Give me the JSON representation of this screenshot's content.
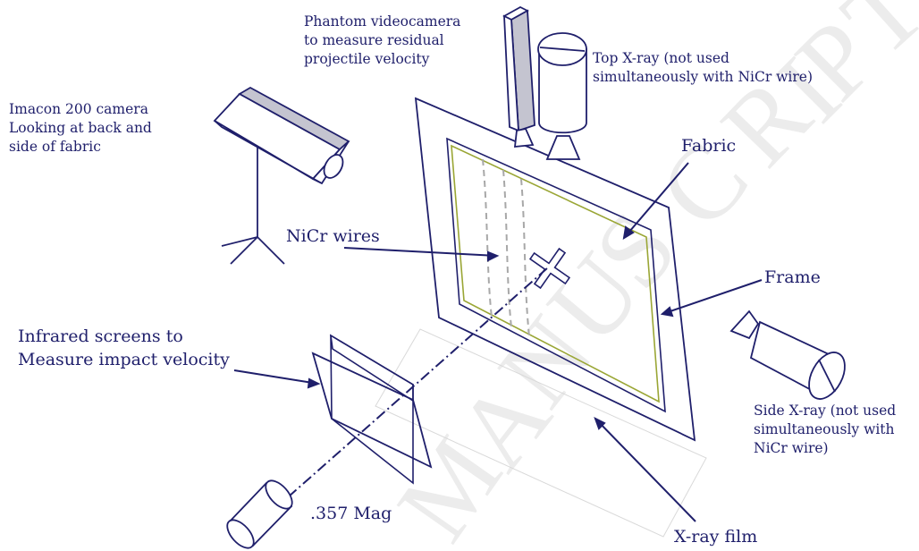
{
  "colors": {
    "line": "#1f1f6b",
    "fabric": "#9aa635",
    "wire": "#a8a8a8",
    "camera_top": "#c4c4d0",
    "watermark": "#ececec"
  },
  "watermark": {
    "letters": [
      "M",
      "A",
      "N",
      "U",
      "S",
      "C",
      "R",
      "I",
      "P",
      "T"
    ]
  },
  "labels": {
    "phantom": "Phantom videocamera\nto measure residual\nprojectile velocity",
    "top_xray": "Top X-ray (not used\nsimultaneously with NiCr wire)",
    "imacon": "Imacon 200 camera\nLooking at back and\nside of fabric",
    "fabric": "Fabric",
    "nicr": "NiCr wires",
    "frame": "Frame",
    "infrared": "Infrared screens to\nMeasure impact velocity",
    "side_xray": "Side X-ray (not used\nsimultaneously with\nNiCr wire)",
    "mag": ".357 Mag",
    "xray_film": "X-ray film"
  },
  "components": {
    "phantom_camera": "camera-icon",
    "top_xray_source": "xray-source-icon",
    "imacon_camera": "camera-icon",
    "side_xray_source": "xray-source-icon",
    "gun_barrel": "gun-icon",
    "impact_point": "cross-marker-icon"
  }
}
